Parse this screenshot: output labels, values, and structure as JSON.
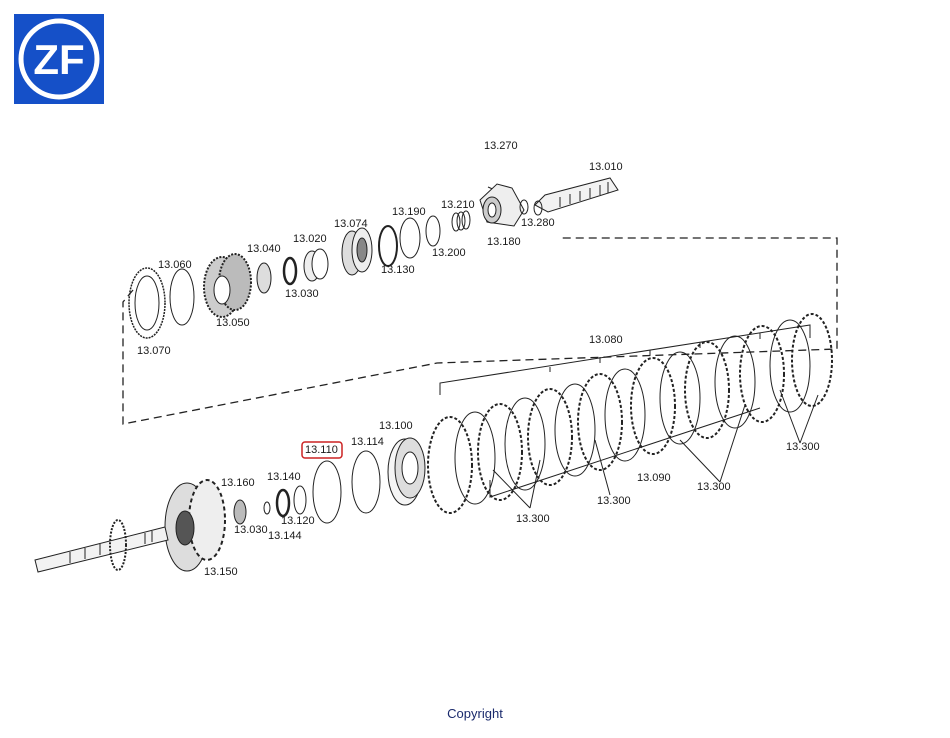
{
  "brand": {
    "logo_text": "ZF",
    "color": "#1550c8"
  },
  "diagram": {
    "highlight_color": "#cc2222",
    "labels": [
      {
        "id": "p13270",
        "text": "13.270"
      },
      {
        "id": "p13010",
        "text": "13.010"
      },
      {
        "id": "p13280",
        "text": "13.280"
      },
      {
        "id": "p13180",
        "text": "13.180"
      },
      {
        "id": "p13210",
        "text": "13.210"
      },
      {
        "id": "p13200",
        "text": "13.200"
      },
      {
        "id": "p13190",
        "text": "13.190"
      },
      {
        "id": "p13130",
        "text": "13.130"
      },
      {
        "id": "p13074",
        "text": "13.074"
      },
      {
        "id": "p13020",
        "text": "13.020"
      },
      {
        "id": "p13030a",
        "text": "13.030"
      },
      {
        "id": "p13040",
        "text": "13.040"
      },
      {
        "id": "p13050",
        "text": "13.050"
      },
      {
        "id": "p13060",
        "text": "13.060"
      },
      {
        "id": "p13070",
        "text": "13.070"
      },
      {
        "id": "p13080",
        "text": "13.080"
      },
      {
        "id": "p13300a",
        "text": "13.300"
      },
      {
        "id": "p13090",
        "text": "13.090"
      },
      {
        "id": "p13300b",
        "text": "13.300"
      },
      {
        "id": "p13300c",
        "text": "13.300"
      },
      {
        "id": "p13300d",
        "text": "13.300"
      },
      {
        "id": "p13100",
        "text": "13.100"
      },
      {
        "id": "p13114",
        "text": "13.114"
      },
      {
        "id": "p13110",
        "text": "13.110"
      },
      {
        "id": "p13140",
        "text": "13.140"
      },
      {
        "id": "p13160",
        "text": "13.160"
      },
      {
        "id": "p13120",
        "text": "13.120"
      },
      {
        "id": "p13144",
        "text": "13.144"
      },
      {
        "id": "p13030b",
        "text": "13.030"
      },
      {
        "id": "p13150",
        "text": "13.150"
      }
    ]
  },
  "footer": {
    "copyright": "Copyright"
  }
}
